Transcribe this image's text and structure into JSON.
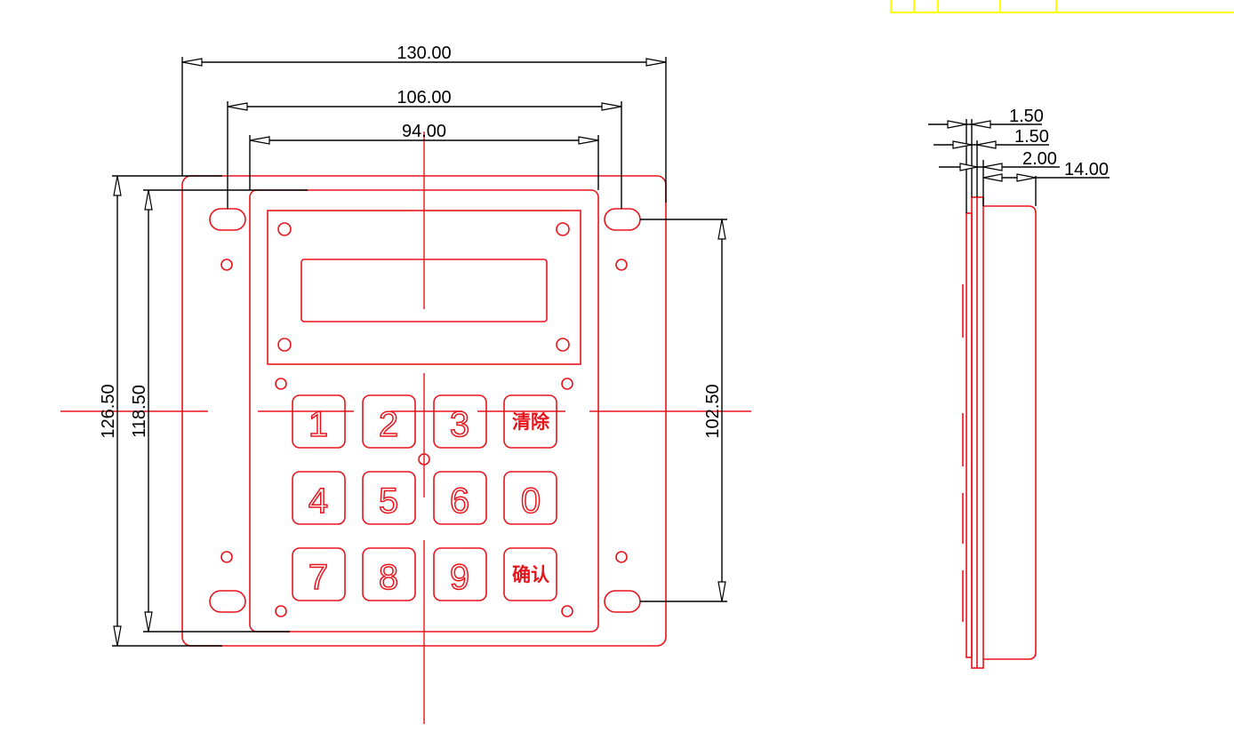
{
  "title_block": {
    "color": "#ffff00"
  },
  "front_view": {
    "dimensions": {
      "overall_width": "130.00",
      "slot_spacing_width": "106.00",
      "panel_width": "94.00",
      "overall_height": "126.50",
      "panel_height": "118.50",
      "slot_spacing_height": "102.50"
    },
    "keys": [
      "1",
      "2",
      "3",
      "清除",
      "4",
      "5",
      "6",
      "0",
      "7",
      "8",
      "9",
      "确认"
    ]
  },
  "side_view": {
    "dimensions": [
      "1.50",
      "1.50",
      "2.00",
      "14.00"
    ]
  },
  "colors": {
    "outline": "#e8141c",
    "dimension": "#000000"
  }
}
